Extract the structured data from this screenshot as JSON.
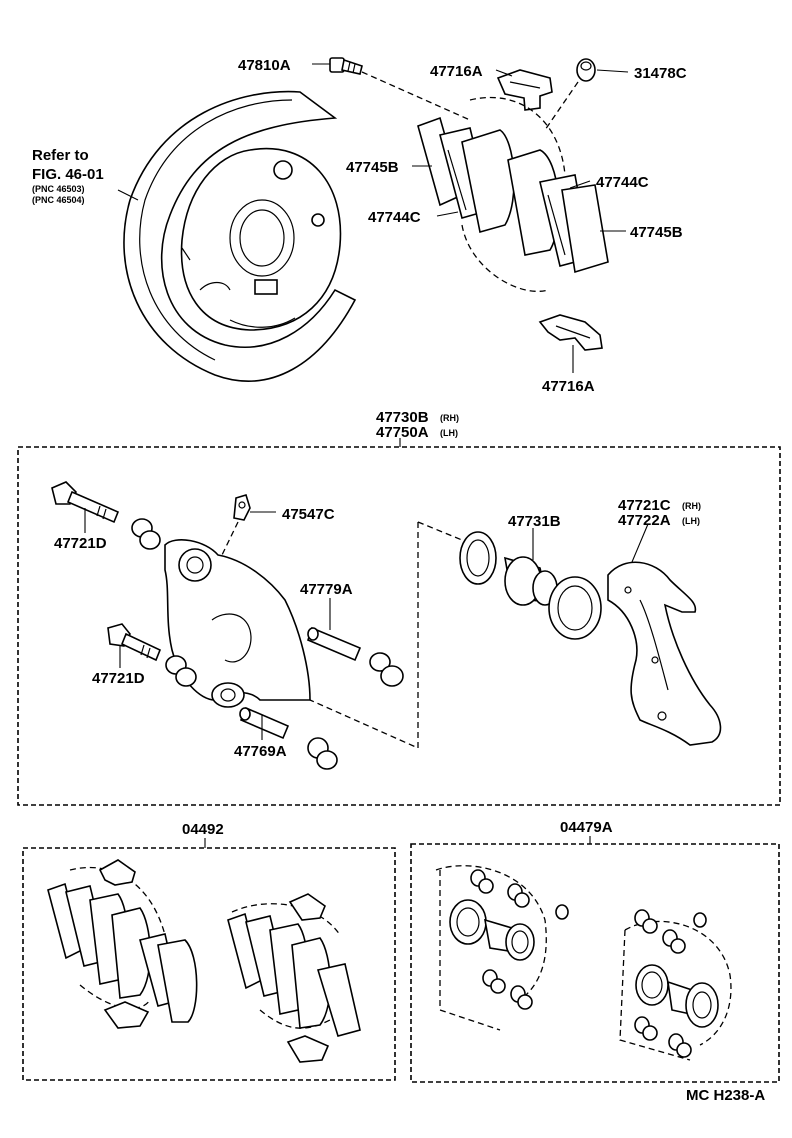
{
  "reference": {
    "line1": "Refer to",
    "line2": "FIG. 46-01",
    "line3": "(PNC 46503)",
    "line4": "(PNC 46504)"
  },
  "parts": {
    "bolt_47810A": "47810A",
    "clip_47716A_top": "47716A",
    "cap_31478C": "31478C",
    "pad_47745B_left": "47745B",
    "shim_47744C_right": "47744C",
    "shim_47744C_left": "47744C",
    "pad_47745B_right": "47745B",
    "clip_47716A_bottom": "47716A",
    "caliper_47730B": "47730B",
    "caliper_47730B_side": "(RH)",
    "caliper_47750A": "47750A",
    "caliper_47750A_side": "(LH)",
    "bolt_47721D_top": "47721D",
    "bleeder_47547C": "47547C",
    "pin_47779A": "47779A",
    "piston_47731B": "47731B",
    "mounting_47721C": "47721C",
    "mounting_47721C_side": "(RH)",
    "mounting_47722A": "47722A",
    "mounting_47722A_side": "(LH)",
    "bolt_47721D_bottom": "47721D",
    "pin_47769A": "47769A",
    "kit_04492": "04492",
    "kit_04479A": "04479A"
  },
  "footer": {
    "code": "MC H238-A"
  }
}
